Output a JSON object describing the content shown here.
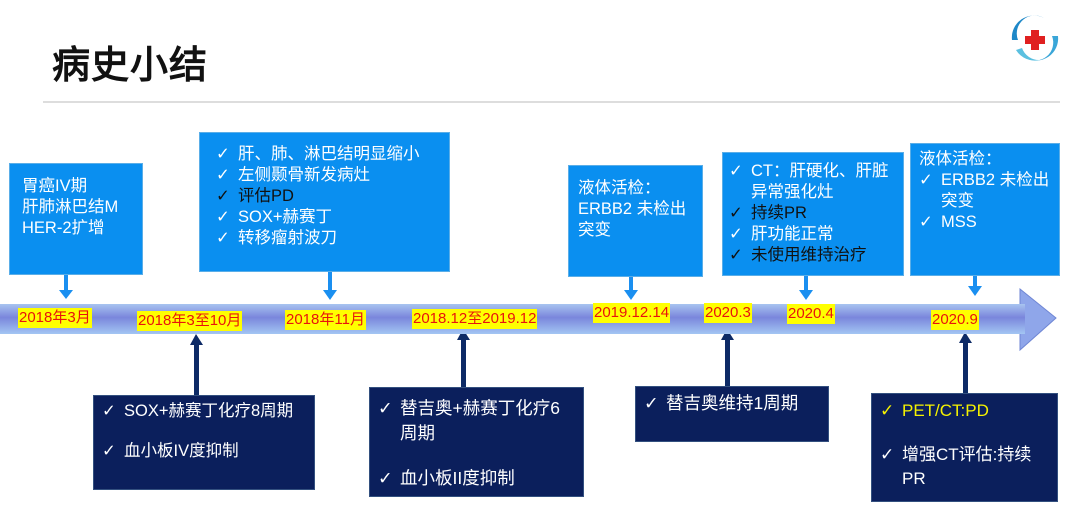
{
  "title": "病史小结",
  "logo": {
    "name": "hospital-logo",
    "colors": [
      "#1e88c8",
      "#e02020"
    ]
  },
  "colors": {
    "top_box": "#0a8ff0",
    "bottom_box": "#0b1f5c",
    "label_bg": "#ffff00",
    "label_text": "#e8140c"
  },
  "top_boxes": [
    {
      "lines": [
        "胃癌IV期",
        "肝肺淋巴结M",
        "HER-2扩增"
      ]
    },
    {
      "items": [
        "肝、肺、淋巴结明显缩小",
        "左侧颞骨新发病灶",
        "评估PD",
        "SOX+赫赛丁",
        "转移瘤射波刀"
      ]
    },
    {
      "lines": [
        "液体活检：",
        "ERBB2 未检出",
        "突变"
      ]
    },
    {
      "items": [
        "CT：肝硬化、肝脏异常强化灶",
        "持续PR",
        "肝功能正常",
        "未使用维持治疗"
      ]
    },
    {
      "heading": "液体活检：",
      "items": [
        "ERBB2 未检出突变",
        "MSS"
      ]
    }
  ],
  "timeline": [
    "2018年3月",
    "2018年3至10月",
    "2018年11月",
    "2018.12至2019.12",
    "2019.12.14",
    "2020.3",
    "2020.4",
    "2020.9"
  ],
  "bottom_boxes": [
    {
      "items": [
        "SOX+赫赛丁化疗8周期",
        "血小板IV度抑制"
      ]
    },
    {
      "items": [
        "替吉奥+赫赛丁化疗6周期",
        "血小板II度抑制"
      ]
    },
    {
      "items": [
        "替吉奥维持1周期"
      ]
    },
    {
      "items": [
        "PET/CT:PD",
        "增强CT评估:持续PR"
      ]
    }
  ],
  "check": "✓"
}
